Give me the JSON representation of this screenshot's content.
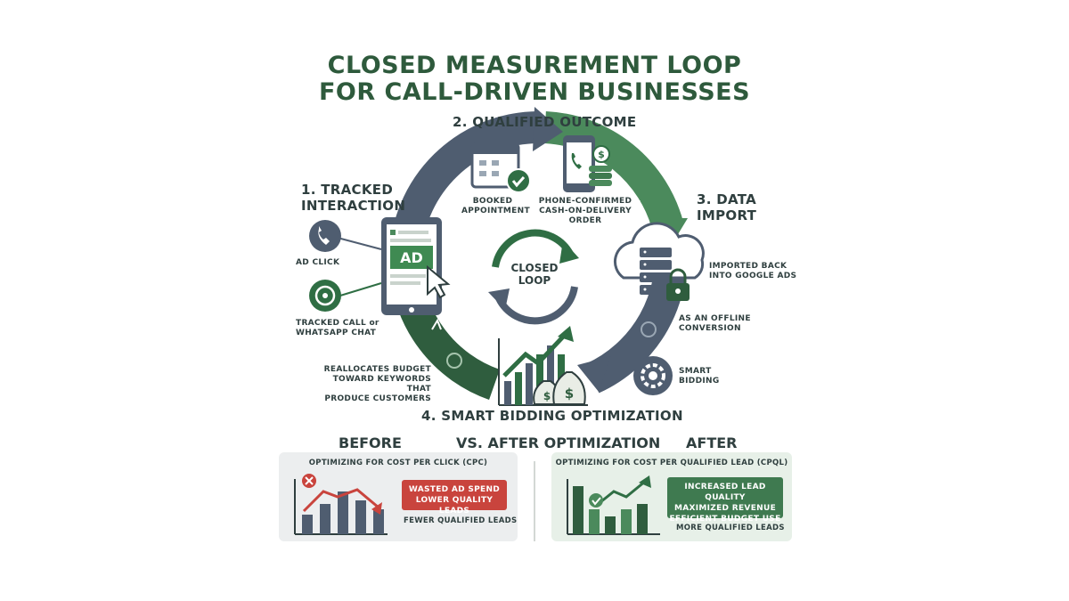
{
  "title": {
    "line1": "CLOSED MEASUREMENT LOOP",
    "line2": "FOR CALL-DRIVEN BUSINESSES"
  },
  "steps": {
    "s1_line1": "1. TRACKED",
    "s1_line2": "INTERACTION",
    "s2": "2. QUALIFIED OUTCOME",
    "s3_line1": "3. DATA",
    "s3_line2": "IMPORT",
    "s4": "4. SMART BIDDING OPTIMIZATION"
  },
  "left_labels": {
    "ad_click": "AD CLICK",
    "tracked_call_1": "TRACKED CALL or",
    "tracked_call_2": "WHATSAPP CHAT",
    "ad_badge": "AD"
  },
  "top_labels": {
    "booked_1": "BOOKED",
    "booked_2": "APPOINTMENT",
    "phone_1": "PHONE-CONFIRMED",
    "phone_2": "CASH-ON-DELIVERY",
    "phone_3": "ORDER"
  },
  "right_labels": {
    "imported_1": "IMPORTED BACK",
    "imported_2": "INTO GOOGLE ADS",
    "offline_1": "AS AN OFFLINE",
    "offline_2": "CONVERSION",
    "smart_1": "SMART",
    "smart_2": "BIDDING"
  },
  "bottom_labels": {
    "realloc_1": "REALLOCATES BUDGET",
    "realloc_2": "TOWARD KEYWORDS THAT",
    "realloc_3": "PRODUCE CUSTOMERS"
  },
  "center": {
    "line1": "CLOSED",
    "line2": "LOOP"
  },
  "comparison": {
    "before_head": "BEFORE",
    "vs_head": "VS. AFTER OPTIMIZATION",
    "after_head": "AFTER",
    "before_subtitle": "OPTIMIZING FOR COST PER CLICK (CPC)",
    "before_tag_1": "WASTED AD SPEND",
    "before_tag_2": "LOWER QUALITY LEADS",
    "before_footer": "FEWER QUALIFIED LEADS",
    "after_subtitle": "OPTIMIZING FOR COST PER QUALIFIED LEAD (CPQL)",
    "after_tag_1": "INCREASED LEAD QUALITY",
    "after_tag_2": "MAXIMIZED REVENUE",
    "after_tag_3": "EFFICIENT BUDGET USE",
    "after_footer": "MORE QUALIFIED LEADS"
  },
  "colors": {
    "green_dark": "#2f5d3e",
    "green_mid": "#4b8a5c",
    "slate": "#4f5d70",
    "red": "#c9443d"
  },
  "icons": [
    "phone-icon",
    "whatsapp-icon",
    "tablet-icon",
    "cursor-icon",
    "calendar-icon",
    "check-icon",
    "smartphone-icon",
    "coins-icon",
    "cloud-icon",
    "server-icon",
    "lock-icon",
    "gear-icon",
    "growth-chart-icon",
    "money-bag-icon",
    "refresh-icon",
    "x-icon"
  ]
}
